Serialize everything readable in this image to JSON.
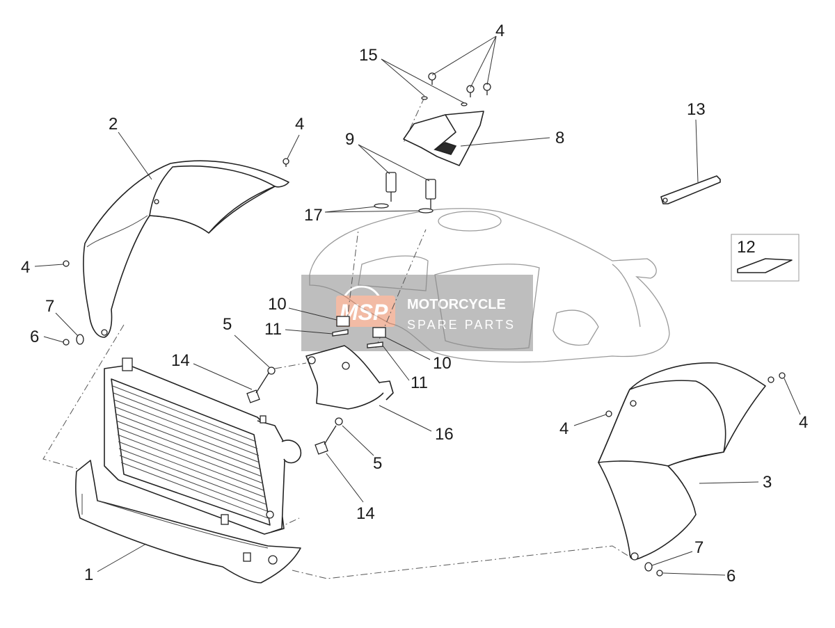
{
  "watermark": {
    "logo_text": "MSP",
    "line1": "MOTORCYCLE",
    "line2": "SPARE PARTS"
  },
  "callouts": [
    {
      "id": "c1",
      "label": "1"
    },
    {
      "id": "c2",
      "label": "2"
    },
    {
      "id": "c3",
      "label": "3"
    },
    {
      "id": "c4a",
      "label": "4"
    },
    {
      "id": "c4b",
      "label": "4"
    },
    {
      "id": "c4c",
      "label": "4"
    },
    {
      "id": "c4d",
      "label": "4"
    },
    {
      "id": "c4e",
      "label": "4"
    },
    {
      "id": "c5a",
      "label": "5"
    },
    {
      "id": "c5b",
      "label": "5"
    },
    {
      "id": "c6a",
      "label": "6"
    },
    {
      "id": "c6b",
      "label": "6"
    },
    {
      "id": "c7a",
      "label": "7"
    },
    {
      "id": "c7b",
      "label": "7"
    },
    {
      "id": "c8",
      "label": "8"
    },
    {
      "id": "c9",
      "label": "9"
    },
    {
      "id": "c10a",
      "label": "10"
    },
    {
      "id": "c10b",
      "label": "10"
    },
    {
      "id": "c11a",
      "label": "11"
    },
    {
      "id": "c11b",
      "label": "11"
    },
    {
      "id": "c12",
      "label": "12"
    },
    {
      "id": "c13",
      "label": "13"
    },
    {
      "id": "c14a",
      "label": "14"
    },
    {
      "id": "c14b",
      "label": "14"
    },
    {
      "id": "c15",
      "label": "15"
    },
    {
      "id": "c16",
      "label": "16"
    },
    {
      "id": "c17",
      "label": "17"
    }
  ],
  "colors": {
    "watermark_bg": "#8a8a8a",
    "watermark_logo": "#e8845c",
    "line": "#222222"
  }
}
